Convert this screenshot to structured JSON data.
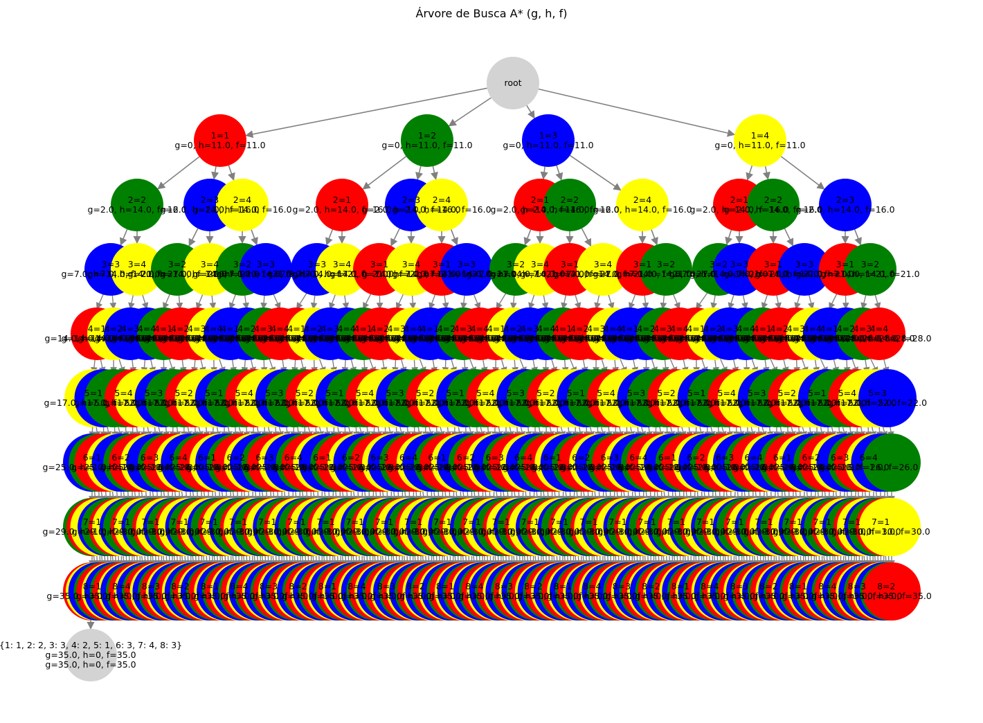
{
  "title": "Árvore de Busca A* (g, h, f)",
  "colors": {
    "root": "#d3d3d3",
    "goal": "#d3d3d3",
    "edge": "#808080",
    "palette": [
      "#ff0000",
      "#008000",
      "#0000ff",
      "#ffff00"
    ]
  },
  "root": {
    "label": "root"
  },
  "depth1": [
    {
      "line1": "1=1",
      "line2": "g=0, h=11.0, f=11.0",
      "color": "#ff0000"
    },
    {
      "line1": "1=2",
      "line2": "g=0, h=11.0, f=11.0",
      "color": "#008000"
    },
    {
      "line1": "1=3",
      "line2": "g=0, h=11.0, f=11.0",
      "color": "#0000ff"
    },
    {
      "line1": "1=4",
      "line2": "g=0, h=11.0, f=11.0",
      "color": "#ffff00"
    }
  ],
  "depth2": [
    {
      "line1": "2=2",
      "line2": "g=2.0, h=14.0, f=16.0",
      "color": "#008000",
      "parent": 0
    },
    {
      "line1": "2=3",
      "line2": "g=2.0, h=14.0, f=16.0",
      "color": "#0000ff",
      "parent": 0
    },
    {
      "line1": "2=4",
      "line2": "g=2.0, h=14.0, f=16.0",
      "color": "#ffff00",
      "parent": 0
    },
    {
      "line1": "2=1",
      "line2": "g=2.0, h=14.0, f=16.0",
      "color": "#ff0000",
      "parent": 1
    },
    {
      "line1": "2=3",
      "line2": "g=2.0, h=14.0, f=16.0",
      "color": "#0000ff",
      "parent": 1
    },
    {
      "line1": "2=4",
      "line2": "g=2.0, h=14.0, f=16.0",
      "color": "#ffff00",
      "parent": 1
    },
    {
      "line1": "2=1",
      "line2": "g=2.0, h=14.0, f=16.0",
      "color": "#ff0000",
      "parent": 2
    },
    {
      "line1": "2=2",
      "line2": "g=2.0, h=14.0, f=16.0",
      "color": "#008000",
      "parent": 2
    },
    {
      "line1": "2=4",
      "line2": "g=2.0, h=14.0, f=16.0",
      "color": "#ffff00",
      "parent": 2
    },
    {
      "line1": "2=1",
      "line2": "g=2.0, h=14.0, f=16.0",
      "color": "#ff0000",
      "parent": 3
    },
    {
      "line1": "2=2",
      "line2": "g=2.0, h=14.0, f=16.0",
      "color": "#008000",
      "parent": 3
    },
    {
      "line1": "2=3",
      "line2": "g=2.0, h=14.0, f=16.0",
      "color": "#0000ff",
      "parent": 3
    }
  ],
  "depth3": [
    {
      "line1": "3=3",
      "line2": "g=7.0, h=14.0, f=21.0",
      "color": "#0000ff"
    },
    {
      "line1": "3=4",
      "line2": "g=7.0, h=14.0, f=21.0",
      "color": "#ffff00"
    },
    {
      "line1": "3=2",
      "line2": "g=7.0, h=14.0, f=21.0",
      "color": "#008000"
    },
    {
      "line1": "3=4",
      "line2": "g=7.0, h=14.0, f=21.0",
      "color": "#ffff00"
    },
    {
      "line1": "3=2",
      "line2": "g=7.0, h=14.0, f=21.0",
      "color": "#008000"
    },
    {
      "line1": "3=3",
      "line2": "g=7.0, h=14.0, f=21.0",
      "color": "#0000ff"
    },
    {
      "line1": "3=3",
      "line2": "g=7.0, h=14.0, f=21.0",
      "color": "#0000ff"
    },
    {
      "line1": "3=4",
      "line2": "g=7.0, h=14.0, f=21.0",
      "color": "#ffff00"
    },
    {
      "line1": "3=1",
      "line2": "g=7.0, h=14.0, f=21.0",
      "color": "#ff0000"
    },
    {
      "line1": "3=4",
      "line2": "g=7.0, h=14.0, f=21.0",
      "color": "#ffff00"
    },
    {
      "line1": "3=1",
      "line2": "g=7.0, h=14.0, f=21.0",
      "color": "#ff0000"
    },
    {
      "line1": "3=3",
      "line2": "g=7.0, h=14.0, f=21.0",
      "color": "#0000ff"
    },
    {
      "line1": "3=2",
      "line2": "g=7.0, h=14.0, f=21.0",
      "color": "#008000"
    },
    {
      "line1": "3=4",
      "line2": "g=7.0, h=14.0, f=21.0",
      "color": "#ffff00"
    },
    {
      "line1": "3=1",
      "line2": "g=7.0, h=14.0, f=21.0",
      "color": "#ff0000"
    },
    {
      "line1": "3=4",
      "line2": "g=7.0, h=14.0, f=21.0",
      "color": "#ffff00"
    },
    {
      "line1": "3=1",
      "line2": "g=7.0, h=14.0, f=21.0",
      "color": "#ff0000"
    },
    {
      "line1": "3=2",
      "line2": "g=7.0, h=14.0, f=21.0",
      "color": "#008000"
    },
    {
      "line1": "3=2",
      "line2": "g=7.0, h=14.0, f=21.0",
      "color": "#008000"
    },
    {
      "line1": "3=3",
      "line2": "g=7.0, h=14.0, f=21.0",
      "color": "#0000ff"
    },
    {
      "line1": "3=1",
      "line2": "g=7.0, h=14.0, f=21.0",
      "color": "#ff0000"
    },
    {
      "line1": "3=3",
      "line2": "g=7.0, h=14.0, f=21.0",
      "color": "#0000ff"
    },
    {
      "line1": "3=1",
      "line2": "g=7.0, h=14.0, f=21.0",
      "color": "#ff0000"
    },
    {
      "line1": "3=2",
      "line2": "g=7.0, h=14.0, f=21.0",
      "color": "#008000"
    }
  ],
  "dense_rows": [
    {
      "depth": 4,
      "count": 48,
      "line1_prefix": "4=",
      "line2": "g=14.0, h=14.0, f=28.0"
    },
    {
      "depth": 5,
      "count": 80,
      "line1_prefix": "5=",
      "line2": "g=17.0, h=5.0, f=22.0"
    },
    {
      "depth": 6,
      "count": 140,
      "line1_prefix": "6=",
      "line2": "g=25.0, h=1.0, f=26.0"
    },
    {
      "depth": 7,
      "count": 220,
      "line1_prefix": "7=",
      "line2": "g=29.0, h=1.0, f=30.0"
    },
    {
      "depth": 8,
      "count": 300,
      "line1_prefix": "8=",
      "line2": "g=35.0, h=0, f=35.0"
    }
  ],
  "goal": {
    "line1": "{1: 1, 2: 2, 3: 3, 4: 2, 5: 1, 6: 3, 7: 4, 8: 3}",
    "line2": "g=35.0, h=0, f=35.0",
    "line3": "g=35.0, h=0, f=35.0"
  }
}
